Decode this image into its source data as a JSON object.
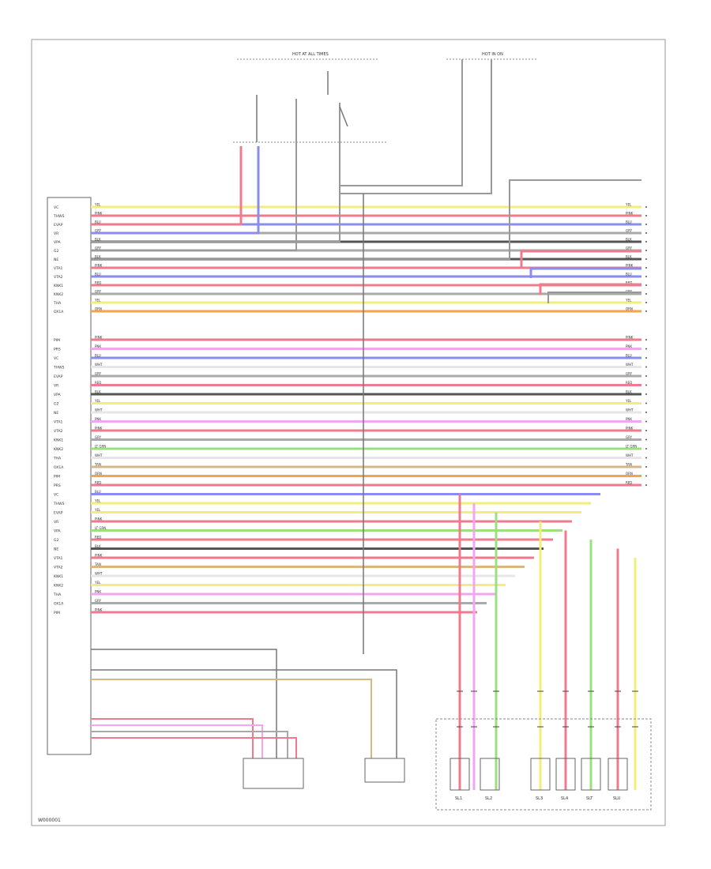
{
  "diagram": {
    "figure_id": "W000001",
    "fuse_labels": [
      "HOT AT ALL TIMES",
      "HOT IN ON"
    ],
    "ecm_pin_labels": [
      "VC",
      "THWS",
      "EVAP",
      "VR",
      "VPA",
      "G2",
      "NE",
      "VTA1",
      "VTA2",
      "KNK1",
      "KNK2",
      "THA",
      "OX1A",
      "PIM",
      "PRS"
    ],
    "wire_colors": {
      "red": "#f07a8e",
      "pink": "#f3a6f0",
      "blue": "#8a8cf2",
      "yellow": "#f2ee7a",
      "orange": "#f3a24e",
      "green": "#9ae07e",
      "lt_green": "#b8f0a0",
      "tan": "#d8b880",
      "gray": "#a9a9a9",
      "black": "#555555",
      "white": "#e6e6e6",
      "violet": "#c9a7f2"
    },
    "wires": [
      {
        "color": "yellow",
        "label": "YEL"
      },
      {
        "color": "red",
        "label": "PINK"
      },
      {
        "color": "blue",
        "label": "BLU"
      },
      {
        "color": "gray",
        "label": "GRY"
      },
      {
        "color": "black",
        "label": "BLK"
      },
      {
        "color": "gray",
        "label": "GRY"
      },
      {
        "color": "black",
        "label": "BLK"
      },
      {
        "color": "red",
        "label": "PINK"
      },
      {
        "color": "blue",
        "label": "BLU"
      },
      {
        "color": "red",
        "label": "RED"
      },
      {
        "color": "gray",
        "label": "GRY"
      },
      {
        "color": "yellow",
        "label": "YEL"
      },
      {
        "color": "orange",
        "label": "ORN"
      },
      {
        "color": "red",
        "label": "PINK"
      },
      {
        "color": "pink",
        "label": "PNK"
      },
      {
        "color": "blue",
        "label": "BLU"
      },
      {
        "color": "white",
        "label": "WHT"
      },
      {
        "color": "gray",
        "label": "GRY"
      },
      {
        "color": "red",
        "label": "RED"
      },
      {
        "color": "black",
        "label": "BLK"
      },
      {
        "color": "yellow",
        "label": "YEL"
      },
      {
        "color": "white",
        "label": "WHT"
      },
      {
        "color": "pink",
        "label": "PNK"
      },
      {
        "color": "red",
        "label": "PINK"
      },
      {
        "color": "gray",
        "label": "GRY"
      },
      {
        "color": "green",
        "label": "LT GRN"
      },
      {
        "color": "white",
        "label": "WHT"
      },
      {
        "color": "tan",
        "label": "TAN"
      },
      {
        "color": "orange",
        "label": "ORN"
      },
      {
        "color": "red",
        "label": "RED"
      },
      {
        "color": "blue",
        "label": "BLU"
      },
      {
        "color": "yellow",
        "label": "YEL"
      },
      {
        "color": "yellow",
        "label": "YEL"
      },
      {
        "color": "red",
        "label": "PINK"
      },
      {
        "color": "green",
        "label": "LT GRN"
      },
      {
        "color": "red",
        "label": "RED"
      },
      {
        "color": "black",
        "label": "BLK"
      },
      {
        "color": "red",
        "label": "PINK"
      },
      {
        "color": "tan",
        "label": "TAN"
      },
      {
        "color": "white",
        "label": "WHT"
      },
      {
        "color": "yellow",
        "label": "YEL"
      },
      {
        "color": "pink",
        "label": "PNK"
      },
      {
        "color": "gray",
        "label": "GRY"
      },
      {
        "color": "red",
        "label": "PINK"
      }
    ],
    "solenoids": [
      "SL1",
      "SL2",
      "SL3",
      "SL4",
      "SLT",
      "SLU"
    ]
  }
}
